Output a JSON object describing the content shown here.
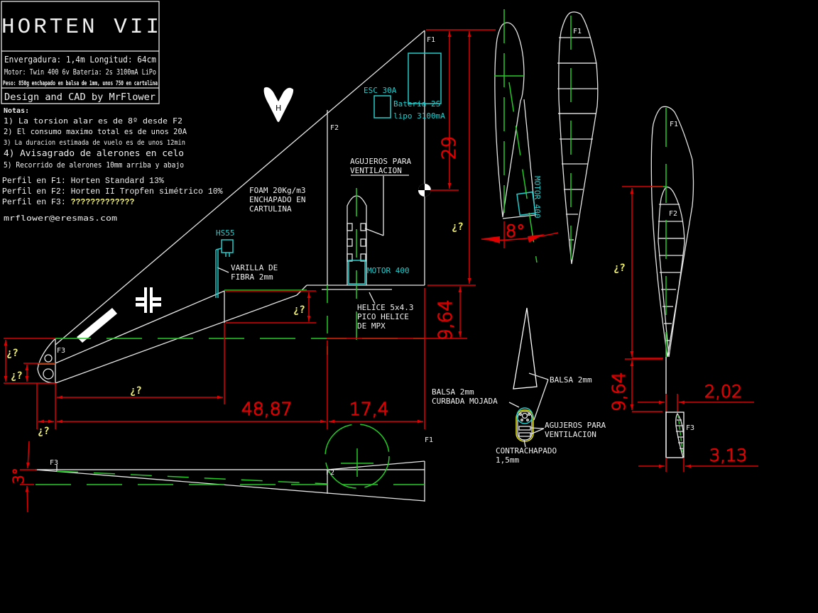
{
  "title_block": {
    "title": "HORTEN VII",
    "line1": "Envergadura: 1,4m Longitud: 64cm",
    "line2": "Motor: Twin 400 6v  Bateria: 2s 3100mA LiPo",
    "line3": "Peso: 850g enchapado en balsa de 1mm, unos 750 en cartulina",
    "credit": "Design and CAD by MrFlower"
  },
  "notes": {
    "heading": "Notas:",
    "items": [
      "1) La torsion alar es de 8º desde F2",
      "2) El consumo maximo total es de unos 20A",
      "3) La duracion estimada de vuelo es de unos 12min",
      "4) Avisagrado de alerones en celo",
      "5) Recorrido de alerones 10mm arriba y abajo"
    ]
  },
  "profiles": [
    {
      "label": "Perfil en F1: ",
      "value": "Horten Standard 13%"
    },
    {
      "label": "Perfil en F2: ",
      "value": "Horten II Tropfen simétrico 10%"
    },
    {
      "label": "Perfil en F3: ",
      "value": "?????????????"
    }
  ],
  "email": "mrflower@eresmas.com",
  "labels": {
    "f1": "F1",
    "f2": "F2",
    "f3": "F3",
    "esc": "ESC 30A",
    "battery_1": "Bateria 2S",
    "battery_2": "lipo 3100mA",
    "vent_1": "AGUJEROS PARA",
    "vent_2": "VENTILACION",
    "foam_1": "FOAM 20Kg/m3",
    "foam_2": "ENCHAPADO EN",
    "foam_3": "CARTULINA",
    "servo": "HS55",
    "rod_1": "VARILLA DE",
    "rod_2": "FIBRA 2mm",
    "motor": "MOTOR 400",
    "prop_1": "HELICE 5x4.3",
    "prop_2": "PICO HELICE",
    "prop_3": "DE MPX",
    "balsa_fin": "BALSA 2mm",
    "balsa_curved_1": "BALSA 2mm",
    "balsa_curved_2": "CURBADA MOJADA",
    "vent2_1": "AGUJEROS PARA",
    "vent2_2": "VENTILACION",
    "ply_1": "CONTRACHAPADO",
    "ply_2": "1,5mm",
    "motor_side": "MOTOR 400",
    "logo_letter": "H",
    "unknown": "¿?"
  },
  "dimensions": {
    "d_29": "29",
    "d_964_a": "9,64",
    "d_964_b": "9,64",
    "d_4887": "48,87",
    "d_174": "17,4",
    "d_202": "2,02",
    "d_313": "3,13",
    "twist": "8°",
    "dihedral": "3°"
  },
  "icons": {
    "cg": "center-of-gravity-icon",
    "cross": "balkenkreuz-icon",
    "logo": "horten-logo-icon"
  }
}
